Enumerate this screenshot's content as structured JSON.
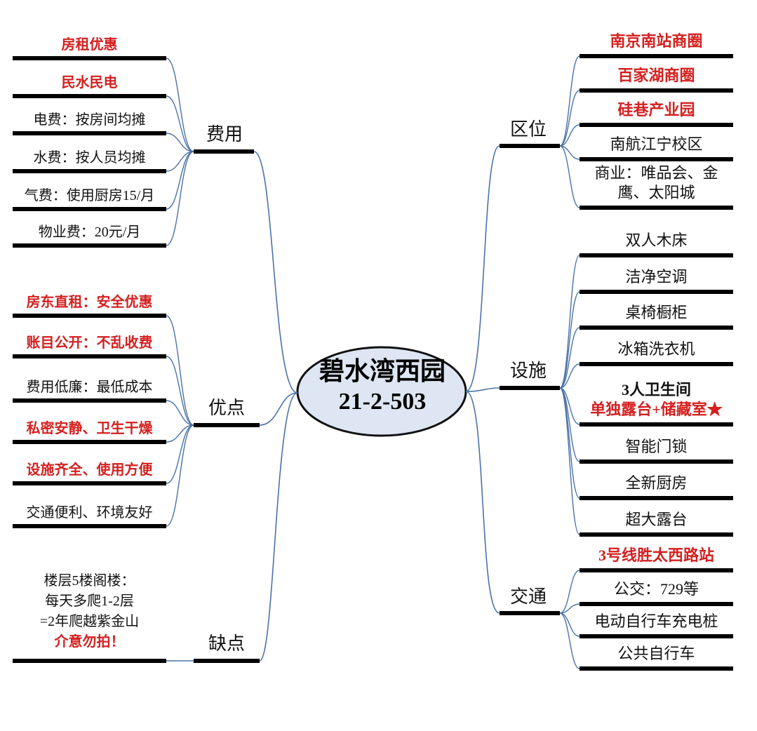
{
  "center": {
    "line1": "碧水湾西园",
    "line2": "21-2-503"
  },
  "colors": {
    "line": "#4a72a8",
    "bar": "#000000",
    "red": "#d42020",
    "ellipse_fill": "#dde6f2"
  },
  "branches": {
    "fees": {
      "label": "费用",
      "items": [
        {
          "lines": [
            "房租优惠"
          ],
          "red": true
        },
        {
          "lines": [
            "民水民电"
          ],
          "red": true
        },
        {
          "lines": [
            "电费：按房间均摊"
          ],
          "red": false
        },
        {
          "lines": [
            "水费：按人员均摊"
          ],
          "red": false
        },
        {
          "lines": [
            "气费：使用厨房15/月"
          ],
          "red": false
        },
        {
          "lines": [
            "物业费：20元/月"
          ],
          "red": false
        }
      ]
    },
    "pros": {
      "label": "优点",
      "items": [
        {
          "lines": [
            "房东直租：安全优惠"
          ],
          "red": true
        },
        {
          "lines": [
            "账目公开：不乱收费"
          ],
          "red": true
        },
        {
          "lines": [
            "费用低廉：最低成本"
          ],
          "red": false
        },
        {
          "lines": [
            "私密安静、卫生干燥"
          ],
          "red": true
        },
        {
          "lines": [
            "设施齐全、使用方便"
          ],
          "red": true
        },
        {
          "lines": [
            "交通便利、环境友好"
          ],
          "red": false
        }
      ]
    },
    "cons": {
      "label": "缺点",
      "note": [
        "楼层5楼阁楼：",
        "每天多爬1-2层",
        "=2年爬越紫金山",
        "介意勿拍！"
      ]
    },
    "location": {
      "label": "区位",
      "items": [
        {
          "lines": [
            "南京南站商圈"
          ],
          "red": true
        },
        {
          "lines": [
            "百家湖商圈"
          ],
          "red": true
        },
        {
          "lines": [
            "硅巷产业园"
          ],
          "red": true
        },
        {
          "lines": [
            "南航江宁校区"
          ],
          "red": false
        },
        {
          "lines": [
            "商业：唯品会、金",
            "鹰、太阳城"
          ],
          "red": false
        }
      ]
    },
    "facilities": {
      "label": "设施",
      "items": [
        {
          "lines": [
            "双人木床"
          ],
          "red": false
        },
        {
          "lines": [
            "洁净空调"
          ],
          "red": false
        },
        {
          "lines": [
            "桌椅橱柜"
          ],
          "red": false
        },
        {
          "lines": [
            "冰箱洗衣机"
          ],
          "red": false
        },
        {
          "lines": [
            "3人卫生间",
            "单独露台+储藏室★"
          ],
          "red": false,
          "mixed": true
        },
        {
          "lines": [
            "智能门锁"
          ],
          "red": false
        },
        {
          "lines": [
            "全新厨房"
          ],
          "red": false
        },
        {
          "lines": [
            "超大露台"
          ],
          "red": false
        }
      ]
    },
    "transport": {
      "label": "交通",
      "items": [
        {
          "lines": [
            "3号线胜太西路站"
          ],
          "red": true
        },
        {
          "lines": [
            "公交：729等"
          ],
          "red": false
        },
        {
          "lines": [
            "电动自行车充电桩"
          ],
          "red": false
        },
        {
          "lines": [
            "公共自行车"
          ],
          "red": false
        }
      ]
    }
  }
}
